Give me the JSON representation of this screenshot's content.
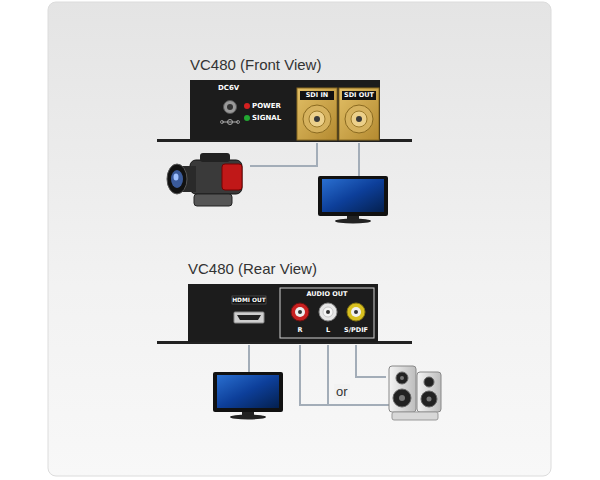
{
  "diagram": {
    "nodes": [
      {
        "text": [
          "VC480 (Front View)",
          "DC6V",
          "POWER",
          "SIGNAL",
          "SDI IN",
          "SDI OUT"
        ]
      },
      {
        "text": [
          "VC480 (Rear View)",
          "HDMI OUT",
          "AUDIO OUT",
          "R",
          "L",
          "S/PDIF"
        ]
      }
    ],
    "labels": [
      "or"
    ]
  }
}
